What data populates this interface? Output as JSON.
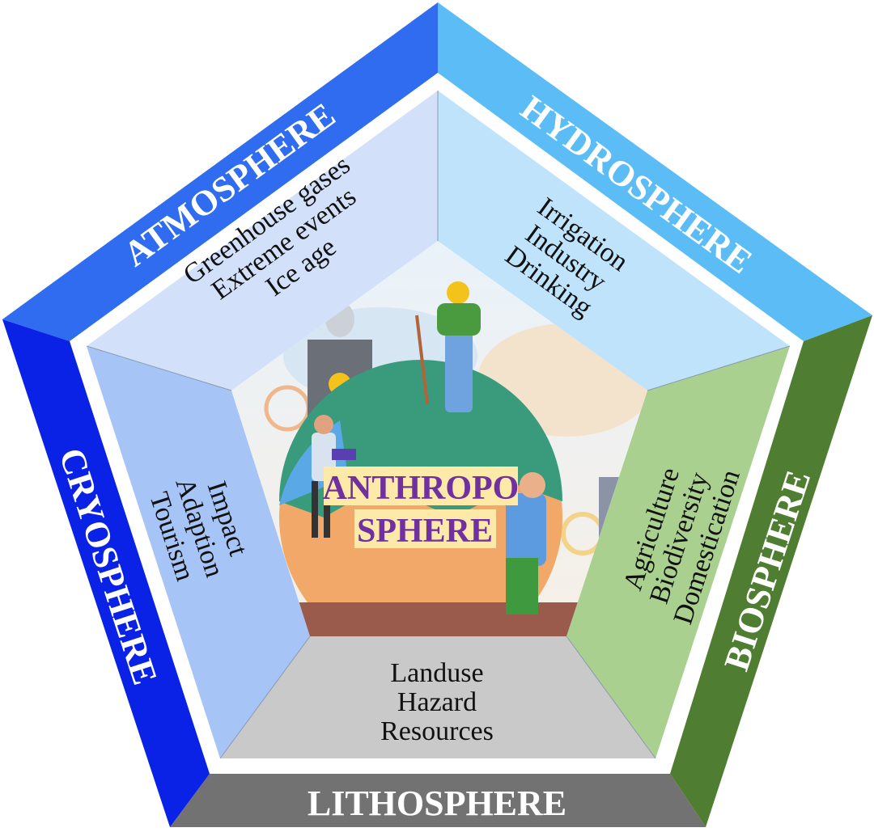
{
  "colors": {
    "atmosphere_band": "#2f6cf0",
    "hydrosphere_band": "#5cbdf6",
    "biosphere_band": "#4f7d31",
    "lithosphere_band": "#727272",
    "cryosphere_band": "#0a22e6",
    "atmosphere_panel": "#d2e1f9",
    "hydrosphere_panel": "#bfe3fa",
    "biosphere_panel": "#a9d08e",
    "lithosphere_panel": "#c9c9c9",
    "cryosphere_panel": "#a7c4f6",
    "center_label_text": "#7030a0",
    "center_label_bg": "#fde9a8"
  },
  "spheres": {
    "atmosphere": {
      "label": "ATMOSPHERE",
      "items": [
        "Greenhouse gases",
        "Extreme events",
        "Ice age"
      ]
    },
    "hydrosphere": {
      "label": "HYDROSPHERE",
      "items": [
        "Irrigation",
        "Industry",
        "Drinking"
      ]
    },
    "biosphere": {
      "label": "BIOSPHERE",
      "items": [
        "Agriculture",
        "Biodiversity",
        "Domestication"
      ]
    },
    "lithosphere": {
      "label": "LITHOSPHERE",
      "items": [
        "Landuse",
        "Hazard",
        "Resources"
      ]
    },
    "cryosphere": {
      "label": "CRYOSPHERE",
      "items": [
        "Impact",
        "Adaption",
        "Tourism"
      ]
    }
  },
  "center": {
    "line1": "ANTHROPO",
    "line2": "SPHERE"
  }
}
